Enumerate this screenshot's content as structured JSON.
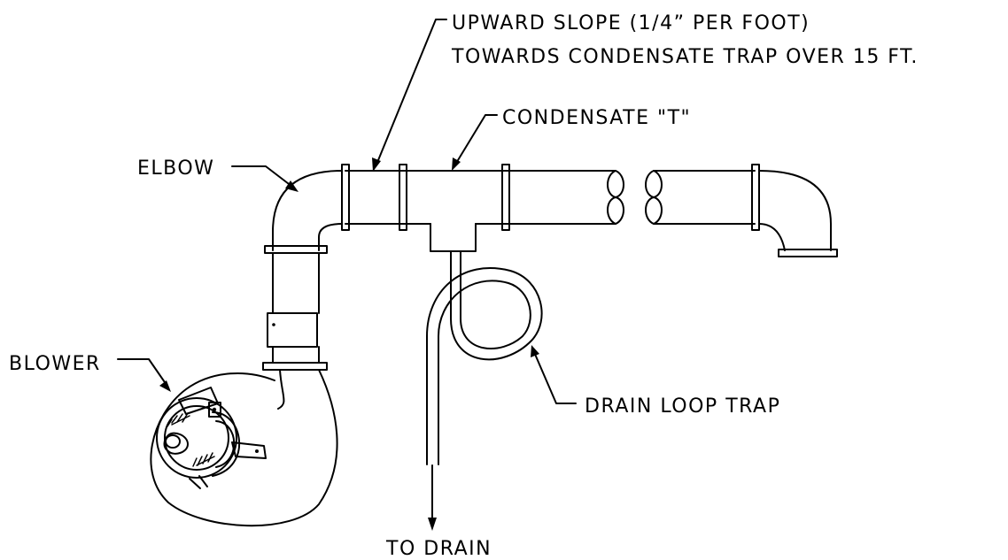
{
  "labels": {
    "slope_line1": "UPWARD SLOPE (1/4” PER FOOT)",
    "slope_line2": "TOWARDS CONDENSATE TRAP OVER 15 FT.",
    "condensate_t": "CONDENSATE \"T\"",
    "elbow": "ELBOW",
    "blower": "BLOWER",
    "drain_loop_trap": "DRAIN LOOP TRAP",
    "to_drain": "TO DRAIN"
  }
}
